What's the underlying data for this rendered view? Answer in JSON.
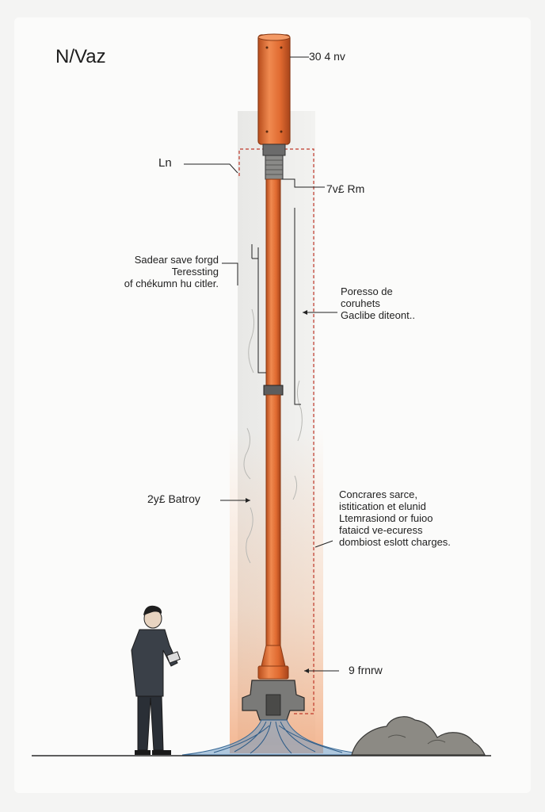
{
  "title": "N/Vaz",
  "labels": {
    "top_right": "30 4 nv",
    "ln": "Ln",
    "upper_right": "7v£ Rm",
    "left_mid": [
      "Sadear save forgd",
      "Teressting",
      "of chékumn hu citler."
    ],
    "right_mid": [
      "Poresso de",
      "coruhets",
      "Gaclibe diteont.."
    ],
    "left_low": "2y£ Batroy",
    "right_low": [
      "Concrares sarce,",
      "istitication et elunid",
      "Ltemrasiond or fuioo",
      "fataicd ve-ecuress",
      "dombiost eslott charges."
    ],
    "bottom_right": "9 frnrw"
  },
  "colors": {
    "pipe": "#e06a30",
    "pipe_dark": "#b84d1c",
    "water": "#4f7ea8",
    "dashed_outline": "#c0392b",
    "spray": "#f1b48a",
    "rock": "#8c8a84",
    "person_coat": "#3a4048"
  },
  "icons": {
    "figure": "person-with-tablet-icon",
    "rocks": "rock-pile-icon"
  }
}
